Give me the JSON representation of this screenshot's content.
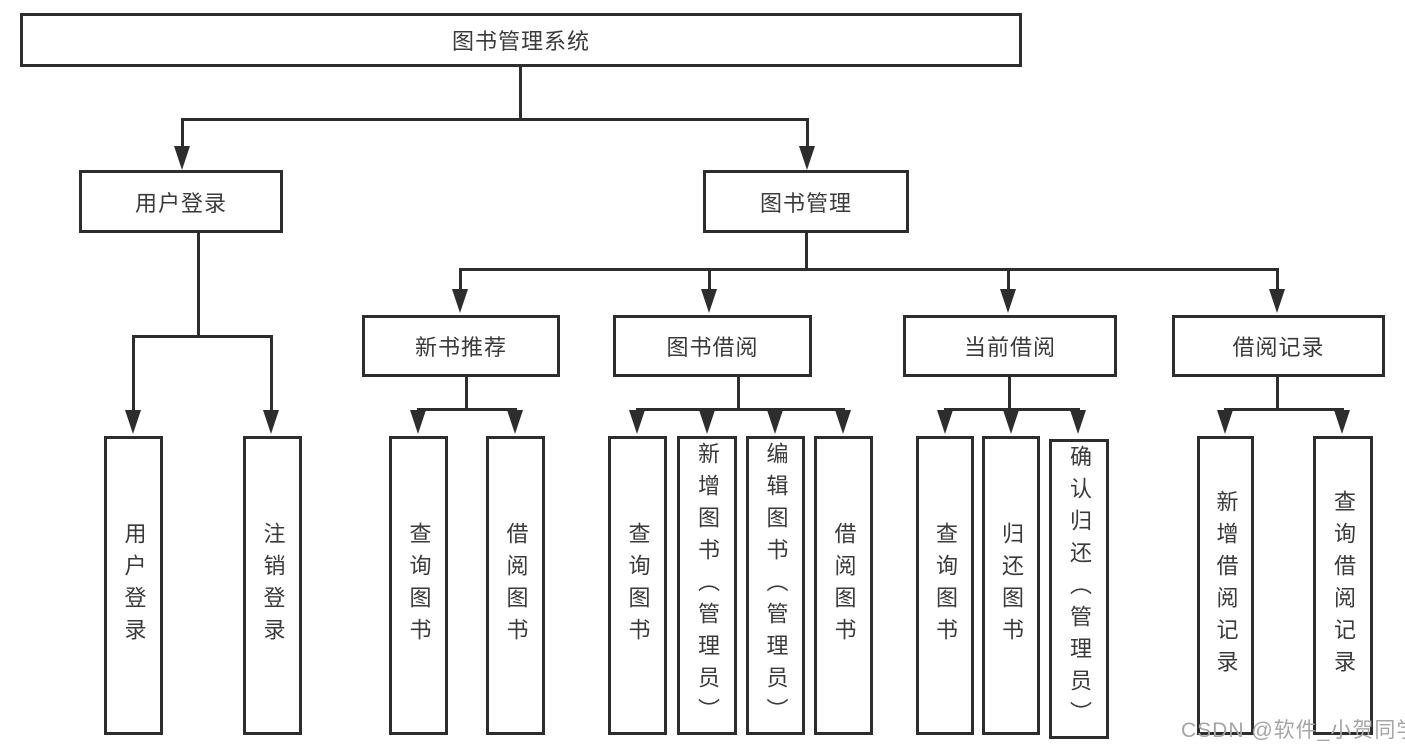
{
  "diagram_title": "图书管理系统",
  "nodes": {
    "root": "图书管理系统",
    "user_login": "用户登录",
    "book_management": "图书管理",
    "new_book_recommendation": "新书推荐",
    "book_borrowing": "图书借阅",
    "current_borrowing": "当前借阅",
    "borrowing_records": "借阅记录",
    "leaf_user_login": "用户登录",
    "leaf_logout": "注销登录",
    "leaf_nbr_query_books": "查询图书",
    "leaf_nbr_borrow_books": "借阅图书",
    "leaf_bb_query_books": "查询图书",
    "leaf_bb_add_books": "新增图书（管理员）",
    "leaf_bb_edit_books": "编辑图书（管理员）",
    "leaf_bb_borrow_books": "借阅图书",
    "leaf_cb_query_books": "查询图书",
    "leaf_cb_return_books": "归还图书",
    "leaf_cb_confirm_return": "确认归还（管理员）",
    "leaf_br_add_record": "新增借阅记录",
    "leaf_br_query_record": "查询借阅记录"
  },
  "edges": [
    [
      "root",
      "user_login"
    ],
    [
      "root",
      "book_management"
    ],
    [
      "user_login",
      "leaf_user_login"
    ],
    [
      "user_login",
      "leaf_logout"
    ],
    [
      "book_management",
      "new_book_recommendation"
    ],
    [
      "book_management",
      "book_borrowing"
    ],
    [
      "book_management",
      "current_borrowing"
    ],
    [
      "book_management",
      "borrowing_records"
    ],
    [
      "new_book_recommendation",
      "leaf_nbr_query_books"
    ],
    [
      "new_book_recommendation",
      "leaf_nbr_borrow_books"
    ],
    [
      "book_borrowing",
      "leaf_bb_query_books"
    ],
    [
      "book_borrowing",
      "leaf_bb_add_books"
    ],
    [
      "book_borrowing",
      "leaf_bb_edit_books"
    ],
    [
      "book_borrowing",
      "leaf_bb_borrow_books"
    ],
    [
      "current_borrowing",
      "leaf_cb_query_books"
    ],
    [
      "current_borrowing",
      "leaf_cb_return_books"
    ],
    [
      "current_borrowing",
      "leaf_cb_confirm_return"
    ],
    [
      "borrowing_records",
      "leaf_br_add_record"
    ],
    [
      "borrowing_records",
      "leaf_br_query_record"
    ]
  ],
  "colors": {
    "line": "#2d2d2d",
    "text": "#3a3a3a",
    "watermark": "#a5a5a5",
    "background": "#ffffff"
  },
  "watermark": "CSDN @软件_小贺同学"
}
